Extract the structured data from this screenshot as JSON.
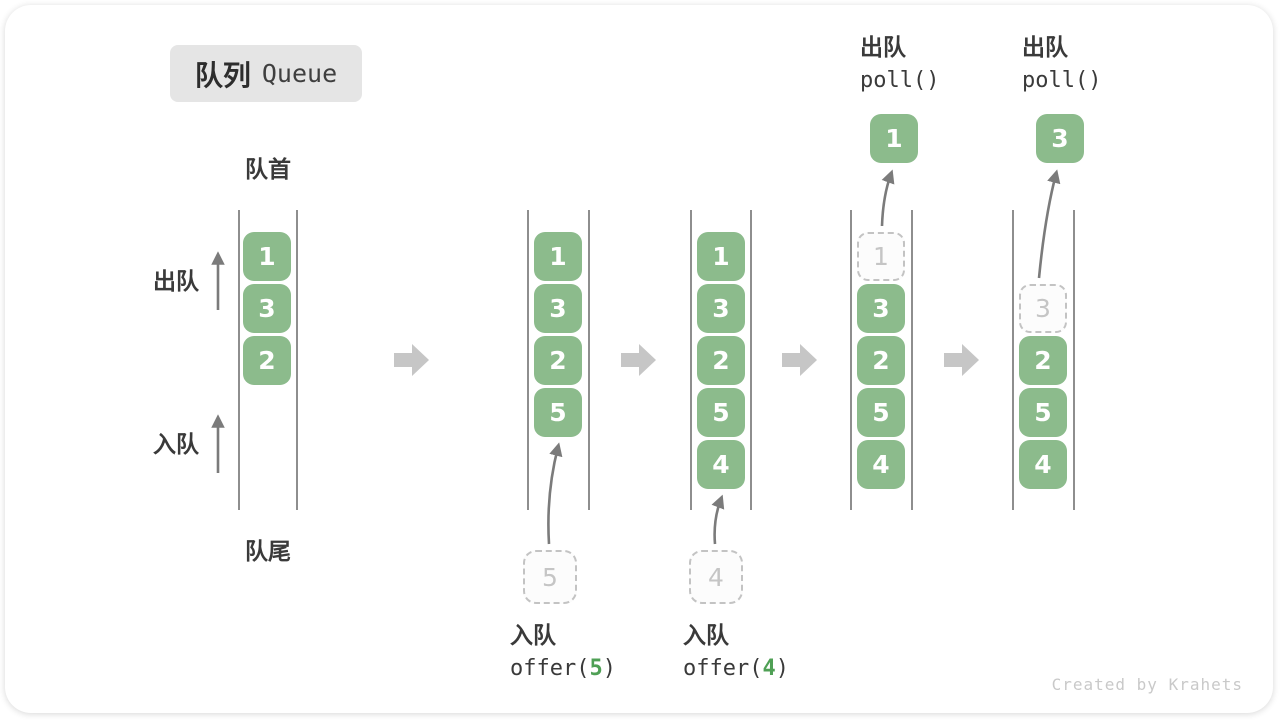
{
  "title": {
    "zh": "队列",
    "en": "Queue"
  },
  "labels": {
    "front": "队首",
    "rear": "队尾",
    "dequeue_side": "出队",
    "enqueue_side": "入队"
  },
  "operations": {
    "offer5": {
      "line1": "入队",
      "code_pre": "offer(",
      "code_arg": "5",
      "code_post": ")"
    },
    "offer4": {
      "line1": "入队",
      "code_pre": "offer(",
      "code_arg": "4",
      "code_post": ")"
    },
    "poll_first": {
      "line1": "出队",
      "line2": "poll()"
    },
    "poll_second": {
      "line1": "出队",
      "line2": "poll()"
    }
  },
  "queues": {
    "q1": {
      "s0": "1",
      "s1": "3",
      "s2": "2"
    },
    "q2": {
      "s0": "1",
      "s1": "3",
      "s2": "2",
      "s3": "5"
    },
    "q3": {
      "s0": "1",
      "s1": "3",
      "s2": "2",
      "s3": "5",
      "s4": "4"
    },
    "q4": {
      "s0": "1",
      "s1": "3",
      "s2": "2",
      "s3": "5",
      "s4": "4"
    },
    "q5": {
      "s1": "3",
      "s2": "2",
      "s3": "5",
      "s4": "4"
    }
  },
  "floating": {
    "enqueue_5": "5",
    "enqueue_4": "4",
    "dequeued_1": "1",
    "dequeued_3": "3"
  },
  "watermark": "Created by Krahets",
  "icons": [
    "arrow-up-icon",
    "arrow-right-icon",
    "curved-arrow-icon"
  ],
  "colors": {
    "box_green": "#8CBB8C",
    "code_green": "#4FA055",
    "block_arrow_gray": "#C6C6C6",
    "thin_arrow_gray": "#7b7b7b",
    "dashed_gray": "#C3C3C3",
    "badge_bg": "#E5E5E5",
    "text_dark": "#3A3A3A",
    "watermark_gray": "#C9C9C9"
  }
}
